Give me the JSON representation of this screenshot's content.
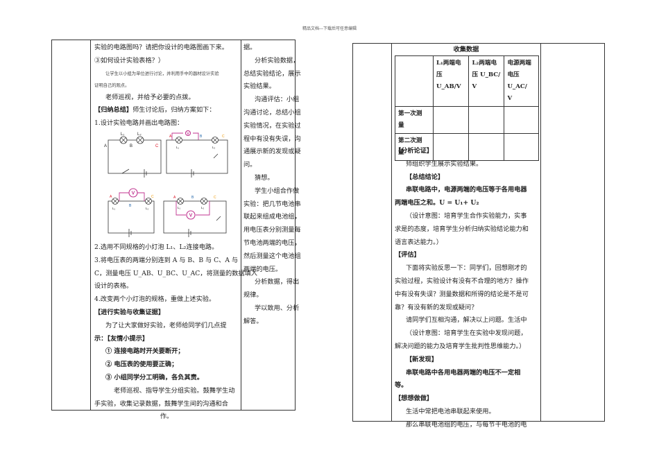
{
  "header": "精品文档---下载后可任意编辑",
  "left_page": {
    "center_lines": [
      "实验的电路图吗？请把你设计的电路图画下来。",
      "③如何设计实验表格？）"
    ],
    "note_lines": [
      "让学生以小组为单位进行讨论，并利用手中的器材设计实验",
      "证明自己的观点。"
    ],
    "tour": "老师巡视，并给予必要的点拨。",
    "summary_label": "【归纳总结】",
    "summary_text": "师生讨论后，归纳方案如下：",
    "step1": "1.设计实验电路并画出电路图：",
    "circuit": {
      "lamp1": "L₁",
      "lamp2": "L₂",
      "pointA": "A",
      "pointB": "B",
      "pointC": "C",
      "voltmeter": "V"
    },
    "step2": "2.选用不同规格的小灯泡 L₁、L₂连接电路。",
    "step3_lines": [
      "3.将电压表的两端分别连到 A 与 B、B 与 C、A 与",
      "C，测量电压 U_AB、U_BC、U_AC，将测量的数据填入",
      "设计的表格。"
    ],
    "step4": "4.改变两个小灯泡的规格，重做上述实验。",
    "experiment_label": "【进行实验与收集证据】",
    "experiment_lines": [
      "为了让大家做好实验，老师给同学们几点提",
      "示：【友情小提示】"
    ],
    "tips": [
      "① 连接电路时开关要断开；",
      "② 电压表的使用要正确；",
      "③ 小组同学分工明确，各负其责。"
    ],
    "closing_lines": [
      "老师巡视、指导学生分组实验。鼓舞学生动",
      "手实验，收集记录数据，鼓舞学生间的沟通和合",
      "作。"
    ],
    "right_lines": [
      "据。",
      "",
      "分析实验数据，",
      "总结实验结论，展示",
      "实验结果。",
      "",
      "沟通评估：小组",
      "沟通讨论，总结小组",
      "实验情况，在实验过",
      "程中有没有失误，沟",
      "通展示新的发现或疑",
      "问。",
      "",
      "猜想。",
      "",
      "学生小组合作做",
      "实验：把几节电池串",
      "联起来组成电池组，",
      "用电压表分别测量每",
      "节电池两端的电压，",
      "然后测量这个电池组",
      "两端的电压。",
      "",
      "分析数据，得出",
      "规律。",
      "",
      "学以致用、分析",
      "解答。"
    ]
  },
  "right_page": {
    "table": {
      "title": "收集数据",
      "headers": [
        [
          "L₁两端电",
          "压 U_AB/V"
        ],
        [
          "L₂两端电",
          "压 U_BC/ V"
        ],
        [
          "电源两端",
          "电压 U_AC/",
          "V"
        ]
      ],
      "rows": [
        [
          "第一次测",
          "量"
        ],
        [
          "第二次测",
          "量"
        ]
      ]
    },
    "analysis_label": "【分析论证】",
    "analysis_text": "师组织学生展示实验结果。",
    "conclusion_label": "【总结结论】",
    "conclusion_lines": [
      "串联电路中，电源两端的电压等于各用电器",
      "两端电压之和。U = U₁+ U₂"
    ],
    "intent1_lines": [
      "（设计意图：培育学生合作实验能力，实事",
      "求是的态度，培育学生分析归纳实验结论能力和",
      "语言表达能力。）"
    ],
    "eval_label": "【评估】",
    "eval_lines": [
      "下面将实验反思一下：同学们，回想刚才的",
      "实验过程，实验设计有没有不合理的地方？操作",
      "中有没有失误？测量数据和所得的结论是不是可",
      "靠？有没有新的发现或疑问？",
      "请同学们互相沟通，解决以上问题。生活中",
      "（设计意图：培育学生在实验中发现问题，",
      "解决问题的能力及培育学生批判性思维能力。）"
    ],
    "new_label": "【新发现】",
    "new_lines": [
      "串联电路中各用电器两端的电压不一定相",
      "等。"
    ],
    "think_label": "【想想做做】",
    "think_lines": [
      "生活中常把电池串联起来使用。",
      "那么串联电池组的电压，与每节干电池的电"
    ]
  }
}
